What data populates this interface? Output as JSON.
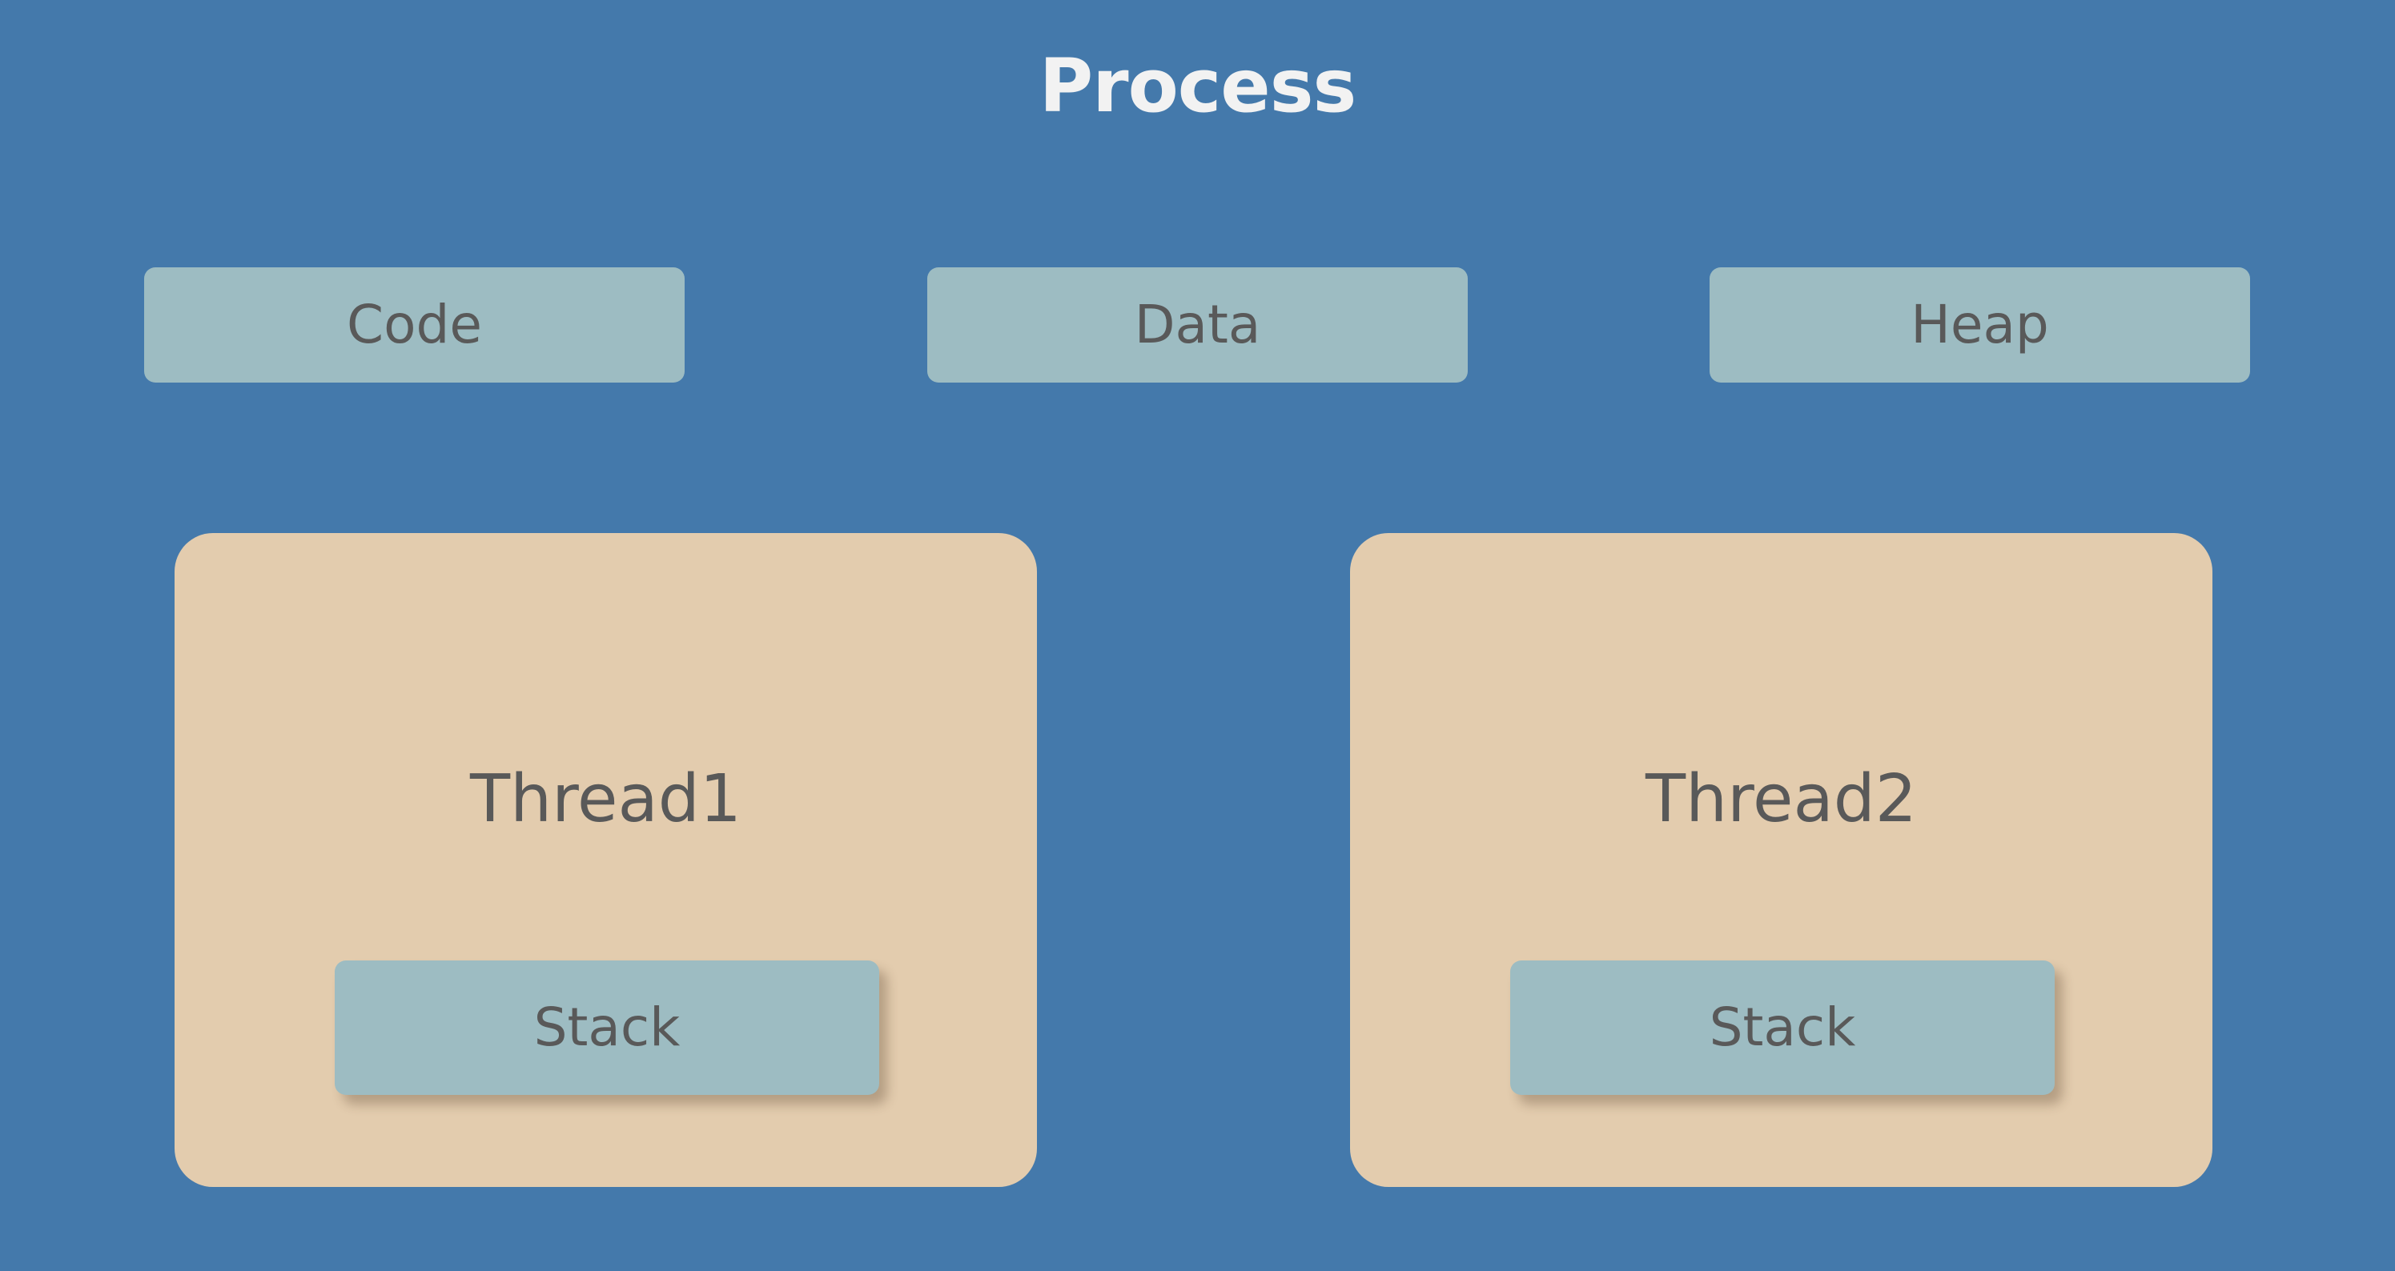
{
  "diagram": {
    "title": "Process",
    "background_color": "#4479AB",
    "segment_color": "#9DBCC2",
    "thread_color": "#E3CCAE",
    "text_color": "#595959",
    "title_color": "#F2F2F2",
    "segments": [
      {
        "label": "Code"
      },
      {
        "label": "Data"
      },
      {
        "label": "Heap"
      }
    ],
    "threads": [
      {
        "label": "Thread1",
        "stack_label": "Stack"
      },
      {
        "label": "Thread2",
        "stack_label": "Stack"
      }
    ]
  }
}
